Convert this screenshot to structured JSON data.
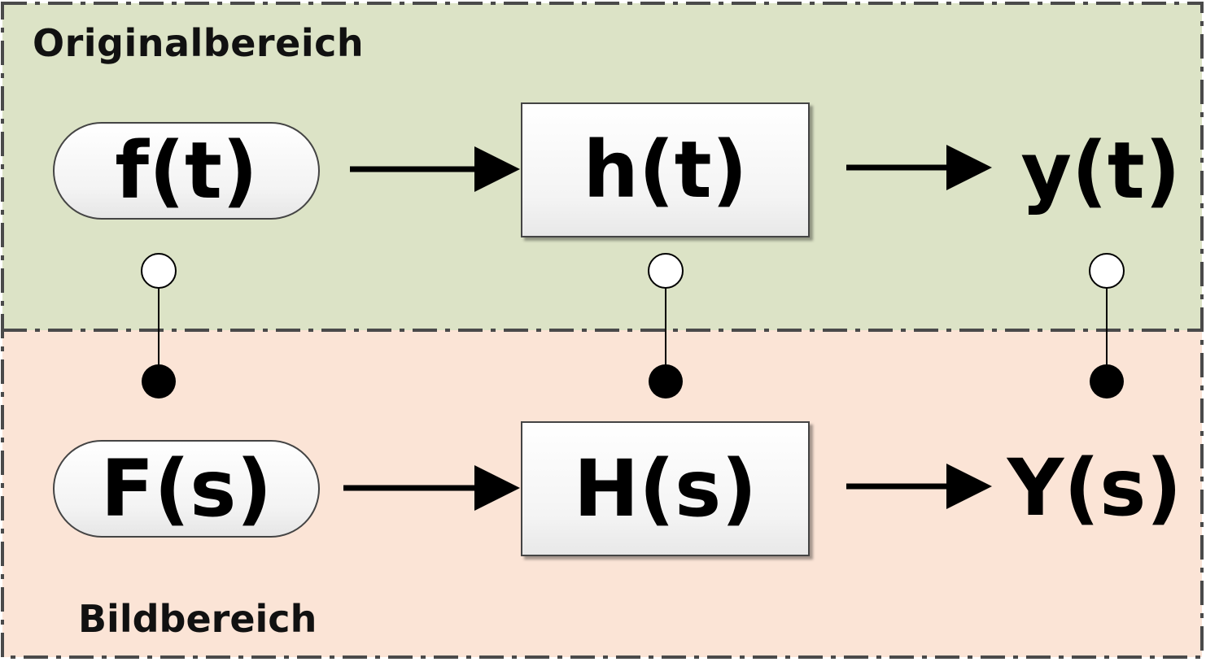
{
  "regions": {
    "original_label": "Originalbereich",
    "image_label": "Bildbereich"
  },
  "time_domain": {
    "input": "f(t)",
    "system": "h(t)",
    "output": "y(t)"
  },
  "laplace_domain": {
    "input": "F(s)",
    "system": "H(s)",
    "output": "Y(s)"
  },
  "colors": {
    "original_region_fill": "#dce3c6",
    "image_region_fill": "#fbe4d6",
    "border_dash": "#4a4a4a",
    "arrow": "#000000",
    "correspondence_line": "#000000"
  }
}
